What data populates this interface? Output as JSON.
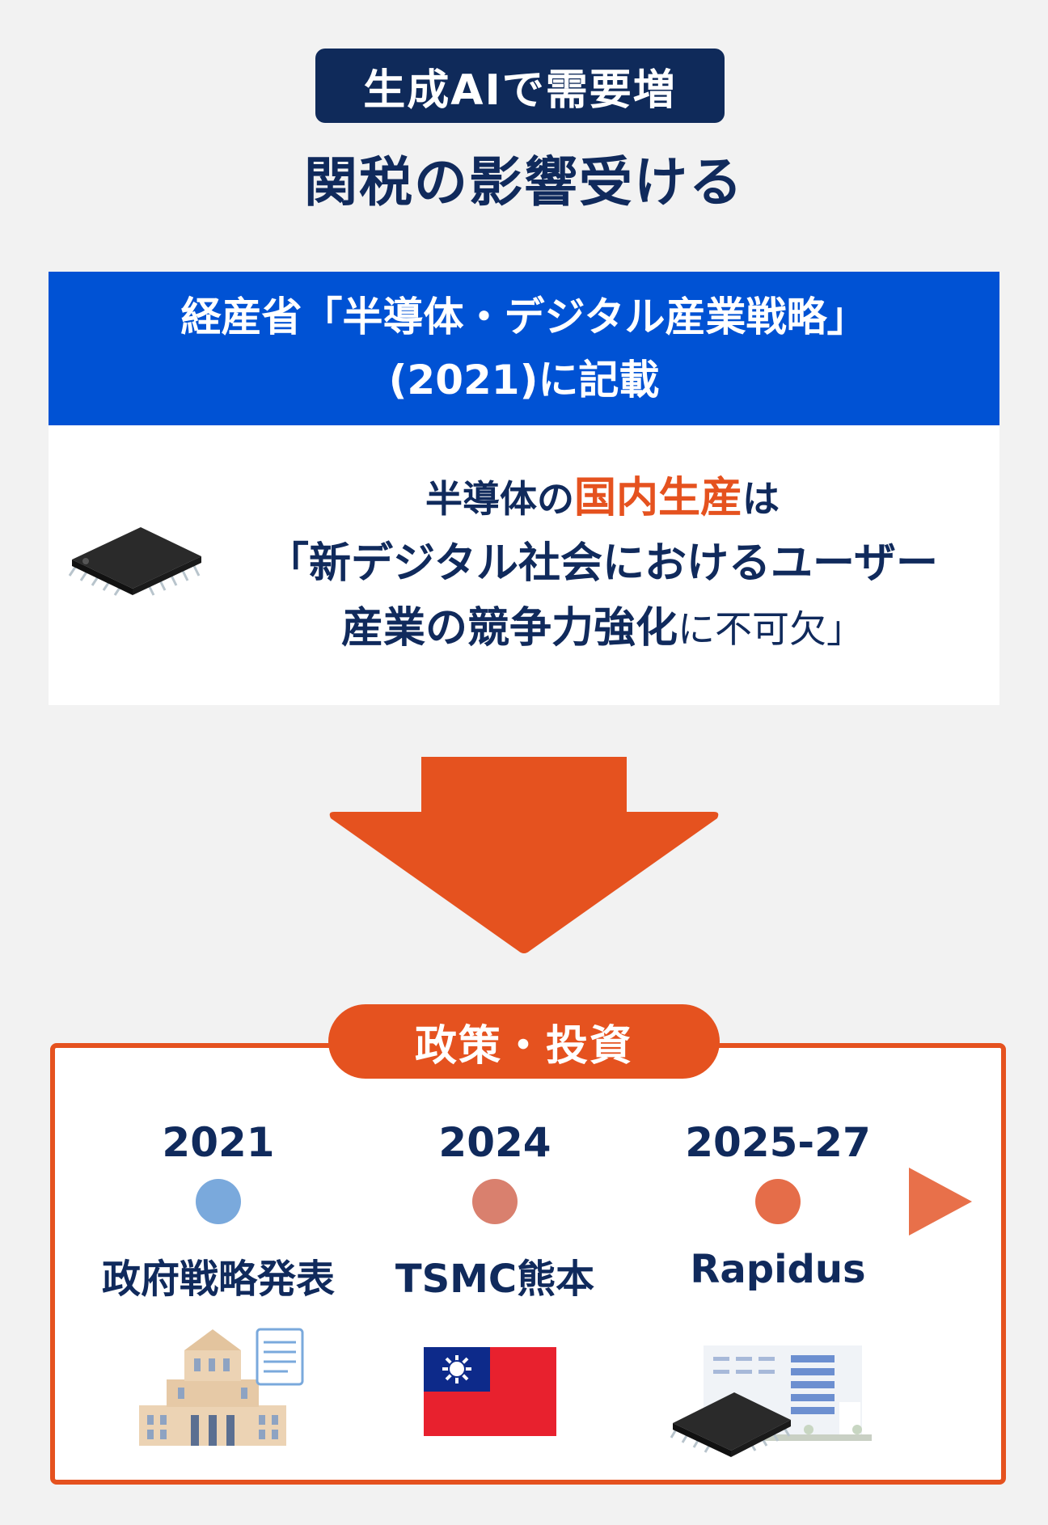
{
  "header": {
    "tag": "生成AIで需要増",
    "headline": "関税の影響受ける"
  },
  "strategy": {
    "line1": "経産省「半導体・デジタル産業戦略」",
    "line2": "(2021)に記載"
  },
  "statement": {
    "line1_prefix": "半導体の",
    "line1_highlight": "国内生産",
    "line1_suffix": "は",
    "line2": "「新デジタル社会におけるユーザー",
    "line3_main": "産業の競争力強化",
    "line3_suffix": "に不可欠」"
  },
  "policy": {
    "label": "政策・投資",
    "timeline": [
      {
        "year": "2021",
        "event": "政府戦略発表",
        "icon": "government-building-document-icon"
      },
      {
        "year": "2024",
        "event": "TSMC熊本",
        "icon": "taiwan-flag-icon"
      },
      {
        "year": "2025-27",
        "event": "Rapidus",
        "icon": "factory-chip-icon"
      }
    ]
  },
  "colors": {
    "navy": "#0f2a5a",
    "blue": "#0052d4",
    "orange": "#e5521f",
    "timeline_start": "#7aa9dc",
    "timeline_end": "#e8704a"
  }
}
